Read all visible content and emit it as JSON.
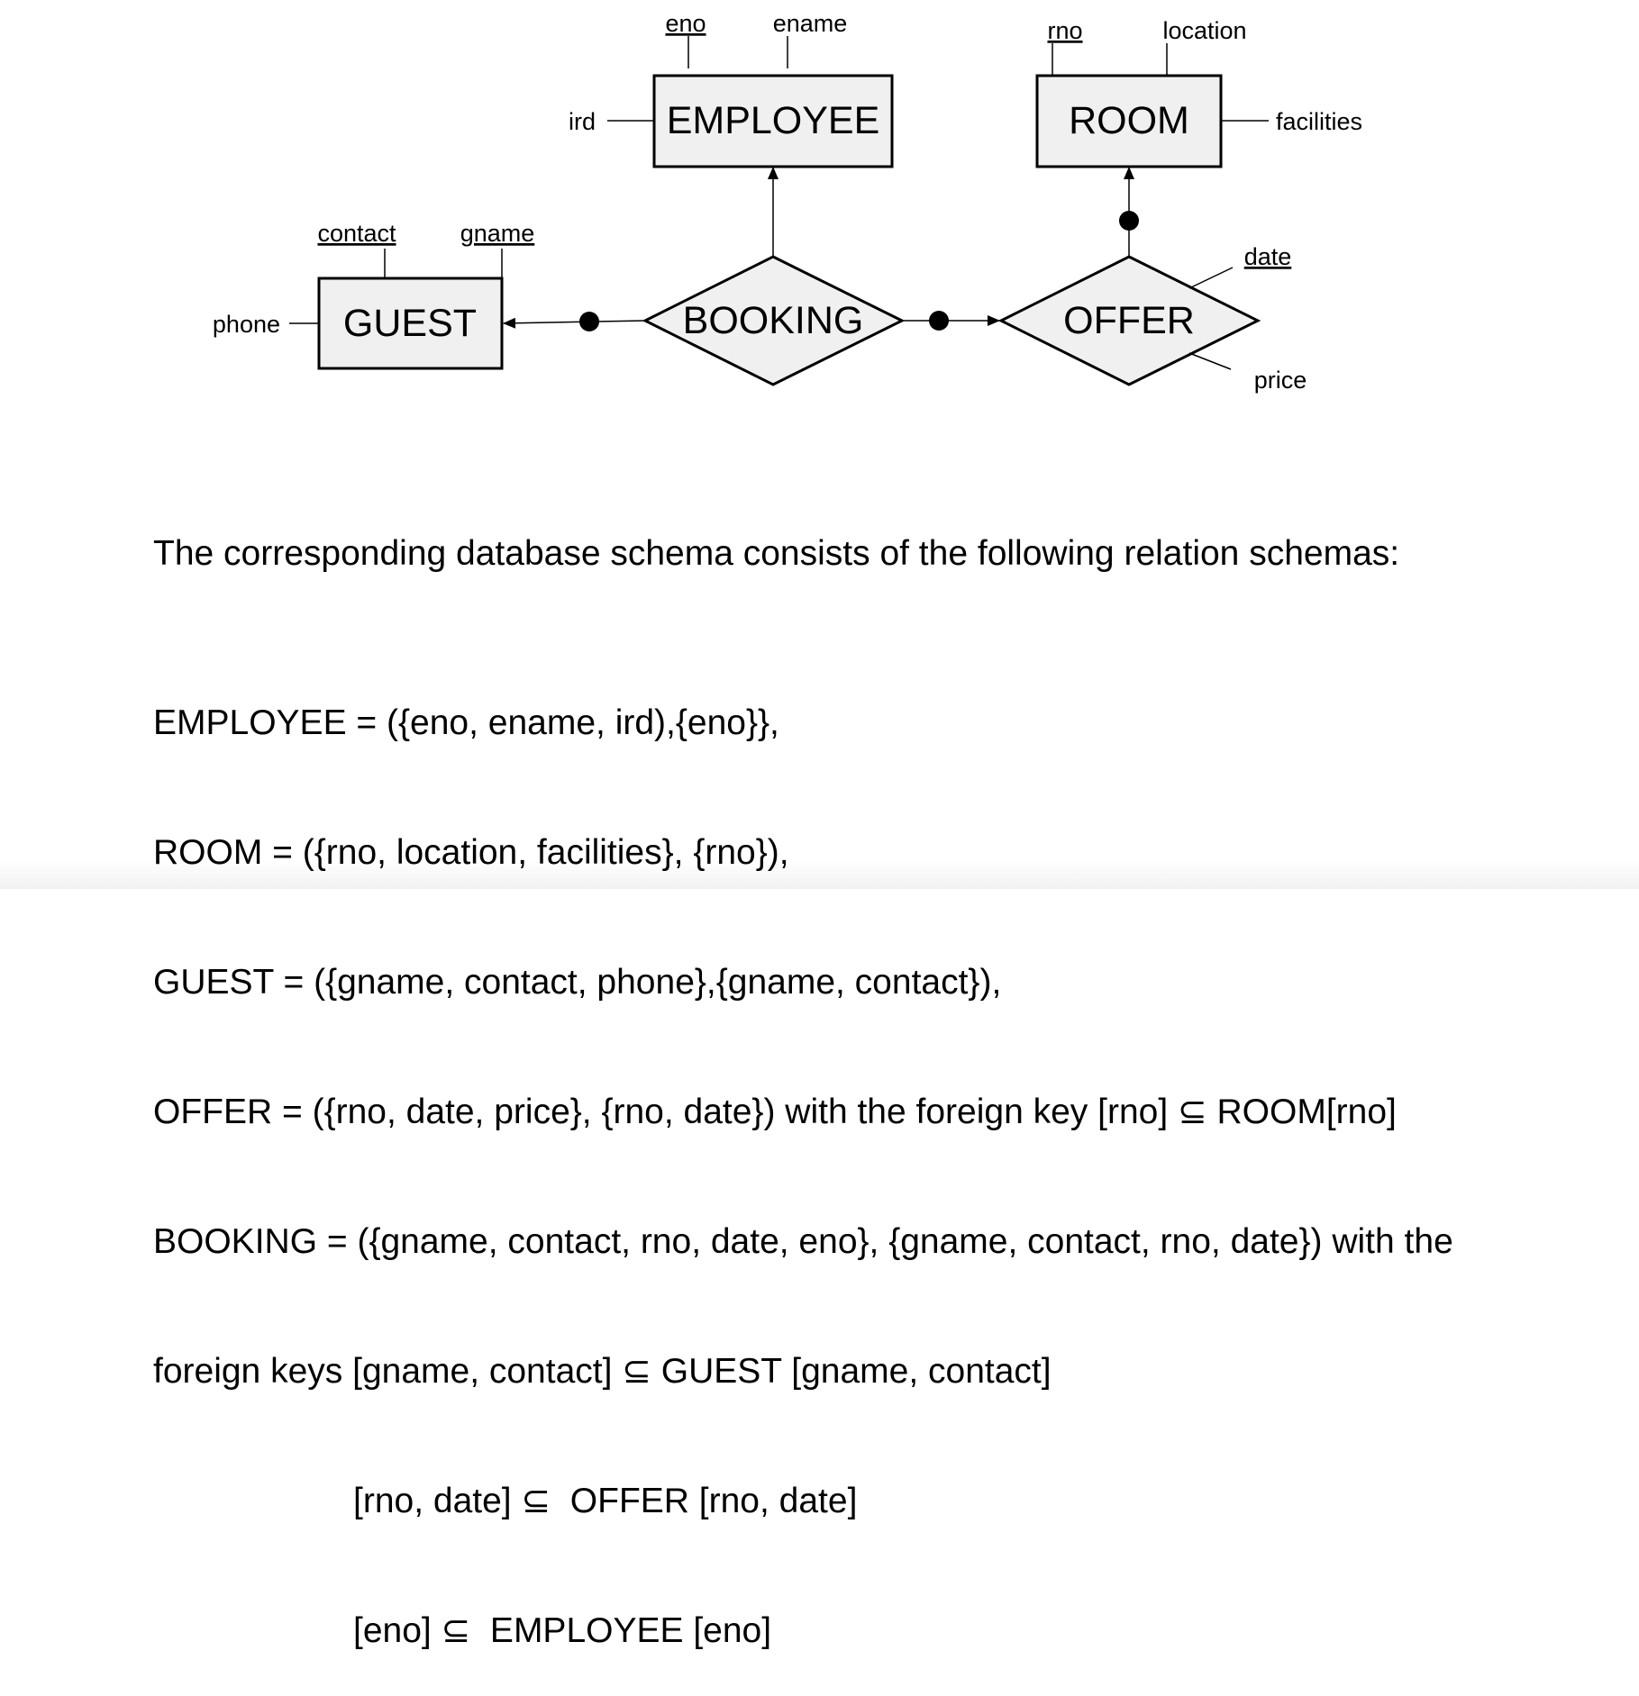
{
  "diagram": {
    "entities": {
      "employee": "EMPLOYEE",
      "room": "ROOM",
      "guest": "GUEST"
    },
    "relationships": {
      "booking": "BOOKING",
      "offer": "OFFER"
    },
    "attributes": {
      "eno": "eno",
      "ename": "ename",
      "ird": "ird",
      "rno": "rno",
      "location": "location",
      "facilities": "facilities",
      "contact": "contact",
      "gname": "gname",
      "phone": "phone",
      "date": "date",
      "price": "price"
    },
    "colors": {
      "fill": "#f0f0f0",
      "stroke": "#000000"
    }
  },
  "schema": {
    "intro": "The corresponding database schema consists of the following relation schemas:",
    "lines": [
      "EMPLOYEE = ({eno, ename, ird),{eno}},",
      "ROOM = ({rno, location, facilities}, {rno}),",
      "GUEST = ({gname, contact, phone},{gname, contact}),",
      "OFFER = ({rno, date, price}, {rno, date}) with the foreign key [rno] ⊆ ROOM[rno]",
      "BOOKING = ({gname, contact, rno, date, eno}, {gname, contact, rno, date}) with the",
      "foreign keys [gname, contact] ⊆ GUEST [gname, contact]",
      "[rno, date] ⊆  OFFER [rno, date]",
      "[eno] ⊆  EMPLOYEE [eno]"
    ]
  }
}
